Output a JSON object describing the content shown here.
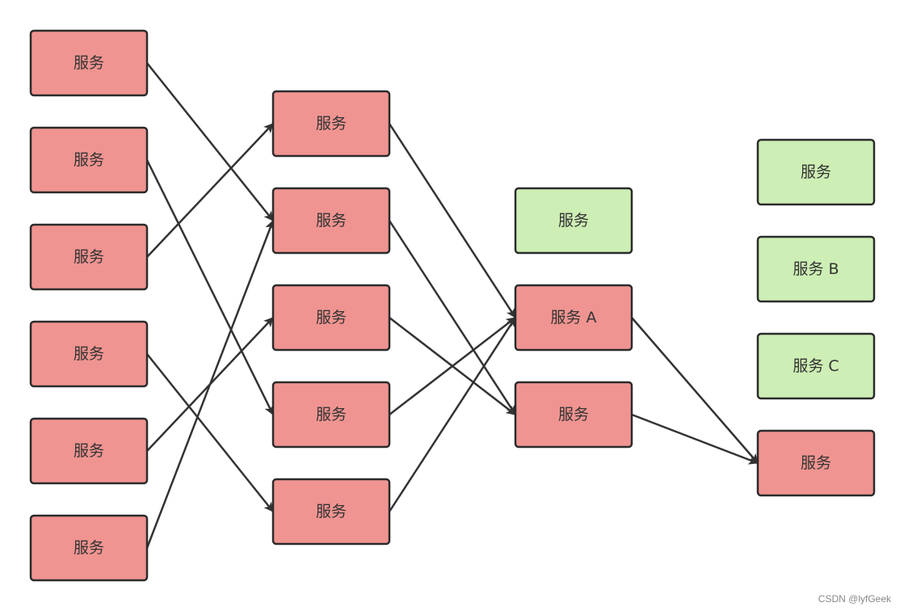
{
  "colors": {
    "failed": "#f09491",
    "healthy": "#cdeeb4",
    "border": "#2b2b2b",
    "arrow": "#333333",
    "text": "#333333"
  },
  "nodes": [
    {
      "id": "c1r1",
      "label": "服务",
      "status": "failed"
    },
    {
      "id": "c1r2",
      "label": "服务",
      "status": "failed"
    },
    {
      "id": "c1r3",
      "label": "服务",
      "status": "failed"
    },
    {
      "id": "c1r4",
      "label": "服务",
      "status": "failed"
    },
    {
      "id": "c1r5",
      "label": "服务",
      "status": "failed"
    },
    {
      "id": "c1r6",
      "label": "服务",
      "status": "failed"
    },
    {
      "id": "c2r1",
      "label": "服务",
      "status": "failed"
    },
    {
      "id": "c2r2",
      "label": "服务",
      "status": "failed"
    },
    {
      "id": "c2r3",
      "label": "服务",
      "status": "failed"
    },
    {
      "id": "c2r4",
      "label": "服务",
      "status": "failed"
    },
    {
      "id": "c2r5",
      "label": "服务",
      "status": "failed"
    },
    {
      "id": "c3top",
      "label": "服务",
      "status": "healthy"
    },
    {
      "id": "svcA",
      "label": "服务 A",
      "status": "failed"
    },
    {
      "id": "c3bot",
      "label": "服务",
      "status": "failed"
    },
    {
      "id": "c4top",
      "label": "服务",
      "status": "healthy"
    },
    {
      "id": "svcB",
      "label": "服务 B",
      "status": "healthy"
    },
    {
      "id": "svcC",
      "label": "服务 C",
      "status": "healthy"
    },
    {
      "id": "c4bot",
      "label": "服务",
      "status": "failed"
    }
  ],
  "edges": [
    {
      "from": "c1r1",
      "to": "c2r2"
    },
    {
      "from": "c1r2",
      "to": "c2r4"
    },
    {
      "from": "c1r3",
      "to": "c2r1"
    },
    {
      "from": "c1r4",
      "to": "c2r5"
    },
    {
      "from": "c1r5",
      "to": "c2r3"
    },
    {
      "from": "c1r6",
      "to": "c2r2"
    },
    {
      "from": "c2r1",
      "to": "svcA"
    },
    {
      "from": "c2r2",
      "to": "c3bot"
    },
    {
      "from": "c2r3",
      "to": "c3bot"
    },
    {
      "from": "c2r4",
      "to": "svcA"
    },
    {
      "from": "c2r5",
      "to": "svcA"
    },
    {
      "from": "svcA",
      "to": "c4bot"
    },
    {
      "from": "c3bot",
      "to": "c4bot"
    }
  ],
  "watermark": "CSDN @lyfGeek"
}
